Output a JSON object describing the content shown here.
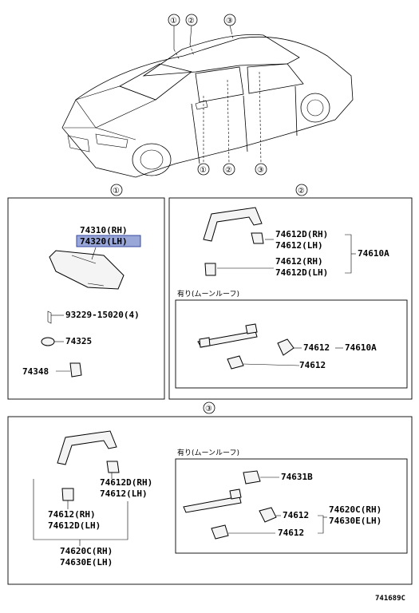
{
  "callouts": {
    "c1": "①",
    "c2": "②",
    "c3": "③"
  },
  "section1": {
    "p1": "74310(RH)",
    "p2": "74320(LH)",
    "p3": "93229-15020(4)",
    "p4": "74325",
    "p5": "74348"
  },
  "section2": {
    "a1": "74612D(RH)",
    "a2": "74612(LH)",
    "a3": "74612(RH)",
    "a4": "74612D(LH)",
    "assy_a": "74610A",
    "moonroof_label": "有り(ムーンルーフ)",
    "b1": "74612",
    "b2": "74612",
    "assy_b": "74610A"
  },
  "section3": {
    "a1": "74612D(RH)",
    "a2": "74612(LH)",
    "a3": "74612(RH)",
    "a4": "74612D(LH)",
    "assy1": "74620C(RH)",
    "assy2": "74630E(LH)",
    "moonroof_label": "有り(ムーンルーフ)",
    "b1": "74631B",
    "b2": "74612",
    "b3": "74612",
    "assy_b1": "74620C(RH)",
    "assy_b2": "74630E(LH)"
  },
  "footer": {
    "code": "741689C"
  },
  "colors": {
    "highlight": "#98a6d8",
    "line": "#000000"
  }
}
